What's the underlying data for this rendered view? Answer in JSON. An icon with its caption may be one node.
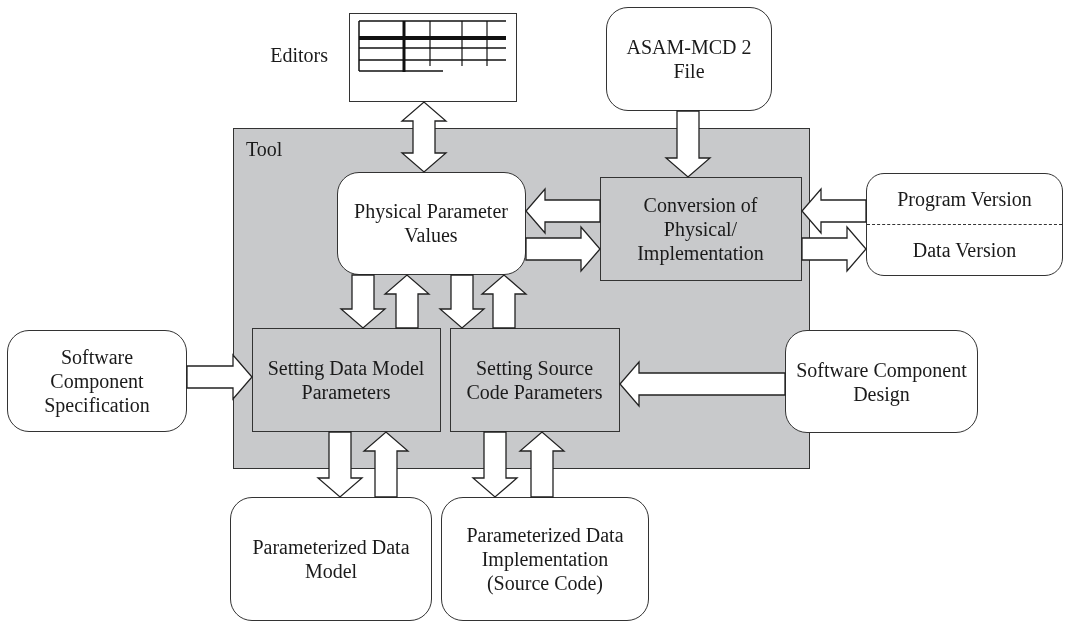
{
  "diagram": {
    "nodes": [
      {
        "text": [
          "Tool"
        ]
      },
      {
        "text": [],
        "shape": "picture",
        "beside": [
          "Editors"
        ]
      },
      {
        "text": [
          "ASAM-MCD 2 File"
        ]
      },
      {
        "text": [
          "Physical Parameter Values"
        ],
        "in": 0
      },
      {
        "text": [
          "Conversion of Physical/ Implementation"
        ],
        "in": 0
      },
      {
        "text": [
          "Program Version",
          "Data Version"
        ]
      },
      {
        "text": [
          "Software Component Specification"
        ]
      },
      {
        "text": [
          "Setting Data Model Parameters"
        ],
        "in": 0
      },
      {
        "text": [
          "Setting Source Code Parameters"
        ],
        "in": 0
      },
      {
        "text": [
          "Software Component Design"
        ]
      },
      {
        "text": [
          "Parameterized Data Model"
        ]
      },
      {
        "text": [
          "Parameterized Data Implementation (Source Code)"
        ]
      }
    ],
    "edges": [
      {
        "from": 1,
        "to": 3,
        "arrow": "both"
      },
      {
        "from": 2,
        "to": 4,
        "arrow": "to"
      },
      {
        "from": 4,
        "to": 3,
        "arrow": "to"
      },
      {
        "from": 3,
        "to": 4,
        "arrow": "to"
      },
      {
        "from": 5,
        "to": 4,
        "arrow": "to"
      },
      {
        "from": 4,
        "to": 5,
        "arrow": "to"
      },
      {
        "from": 3,
        "to": 7,
        "arrow": "to"
      },
      {
        "from": 7,
        "to": 3,
        "arrow": "to"
      },
      {
        "from": 3,
        "to": 8,
        "arrow": "to"
      },
      {
        "from": 8,
        "to": 3,
        "arrow": "to"
      },
      {
        "from": 6,
        "to": 7,
        "arrow": "to"
      },
      {
        "from": 9,
        "to": 8,
        "arrow": "to"
      },
      {
        "from": 7,
        "to": 10,
        "arrow": "to"
      },
      {
        "from": 10,
        "to": 7,
        "arrow": "to"
      },
      {
        "from": 8,
        "to": 11,
        "arrow": "to"
      },
      {
        "from": 11,
        "to": 8,
        "arrow": "to"
      }
    ]
  }
}
